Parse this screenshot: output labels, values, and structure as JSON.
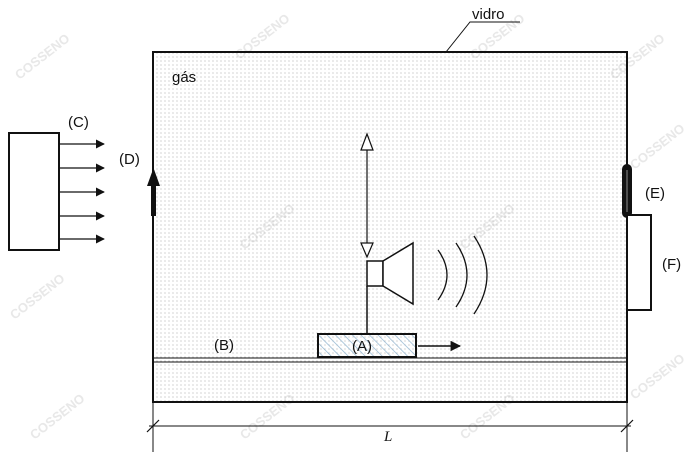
{
  "labels": {
    "glass": "vidro",
    "gas": "gás",
    "a": "(A)",
    "b": "(B)",
    "c": "(C)",
    "d": "(D)",
    "e": "(E)",
    "f": "(F)",
    "length": "L"
  },
  "watermark": "COSSENO",
  "colors": {
    "stroke": "#111111",
    "gas_dots": "#9a9a9a",
    "hatch": "#8fb3cf",
    "watermark": "#e8e8e8"
  }
}
